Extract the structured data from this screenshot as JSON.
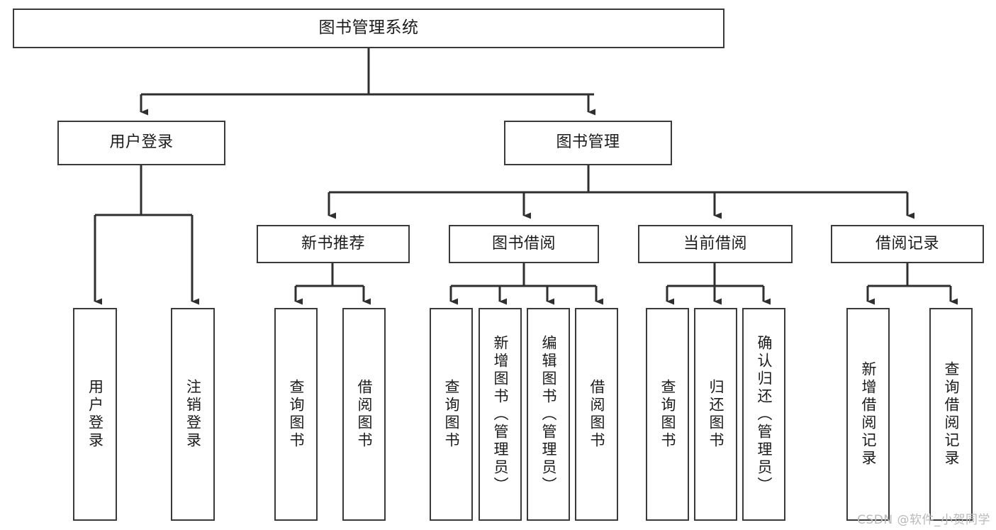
{
  "diagram": {
    "title": "图书管理系统",
    "type": "tree-hierarchy",
    "watermark": "CSDN @软件_小贺同学",
    "style": {
      "border_color": "#3a3a3a",
      "background": "#ffffff",
      "text_color": "#1b1b1b",
      "watermark_color": "#b9b9b9"
    },
    "nodes": {
      "root": {
        "label": "图书管理系统"
      },
      "level2": [
        {
          "id": "user-login",
          "label": "用户登录"
        },
        {
          "id": "book-manage",
          "label": "图书管理"
        }
      ],
      "level3": [
        {
          "id": "new-book-recommend",
          "label": "新书推荐"
        },
        {
          "id": "book-borrow",
          "label": "图书借阅"
        },
        {
          "id": "current-borrow",
          "label": "当前借阅"
        },
        {
          "id": "borrow-record",
          "label": "借阅记录"
        }
      ],
      "leaves": [
        {
          "id": "leaf-user-login",
          "label": "用户登录",
          "parent": "user-login"
        },
        {
          "id": "leaf-logout",
          "label": "注销登录",
          "parent": "user-login"
        },
        {
          "id": "leaf-query-book-1",
          "label": "查询图书",
          "parent": "new-book-recommend"
        },
        {
          "id": "leaf-borrow-book-1",
          "label": "借阅图书",
          "parent": "new-book-recommend"
        },
        {
          "id": "leaf-query-book-2",
          "label": "查询图书",
          "parent": "book-borrow"
        },
        {
          "id": "leaf-add-book",
          "label": "新增图书（管理员）",
          "parent": "book-borrow"
        },
        {
          "id": "leaf-edit-book",
          "label": "编辑图书（管理员）",
          "parent": "book-borrow"
        },
        {
          "id": "leaf-borrow-book-2",
          "label": "借阅图书",
          "parent": "book-borrow"
        },
        {
          "id": "leaf-query-book-3",
          "label": "查询图书",
          "parent": "current-borrow"
        },
        {
          "id": "leaf-return-book",
          "label": "归还图书",
          "parent": "current-borrow"
        },
        {
          "id": "leaf-confirm-return",
          "label": "确认归还（管理员）",
          "parent": "current-borrow"
        },
        {
          "id": "leaf-add-record",
          "label": "新增借阅记录",
          "parent": "borrow-record"
        },
        {
          "id": "leaf-query-record",
          "label": "查询借阅记录",
          "parent": "borrow-record"
        }
      ]
    }
  }
}
